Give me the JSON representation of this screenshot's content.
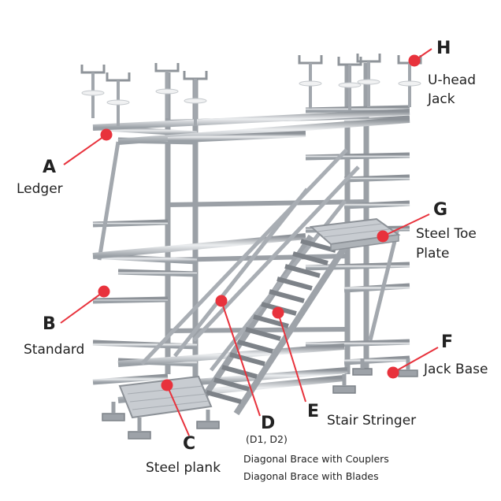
{
  "components": [
    {
      "key": "A",
      "letter": "A",
      "label": "Ledger"
    },
    {
      "key": "B",
      "letter": "B",
      "label": "Standard"
    },
    {
      "key": "C",
      "letter": "C",
      "label": "Steel plank"
    },
    {
      "key": "D",
      "letter": "D",
      "variants": "(D1, D2)",
      "desc1": "Diagonal Brace with Couplers",
      "desc2": "Diagonal Brace with Blades"
    },
    {
      "key": "E",
      "letter": "E",
      "label": "Stair Stringer"
    },
    {
      "key": "F",
      "letter": "F",
      "label": "Jack Base"
    },
    {
      "key": "G",
      "letter": "G",
      "label_line1": "Steel Toe",
      "label_line2": "Plate"
    },
    {
      "key": "H",
      "letter": "H",
      "label_line1": "U-head",
      "label_line2": "Jack"
    }
  ],
  "colors": {
    "marker": "#e8323c",
    "leader": "#e8323c",
    "steel": "#b9bdc2",
    "steel_dark": "#8c9197",
    "text": "#222222"
  }
}
